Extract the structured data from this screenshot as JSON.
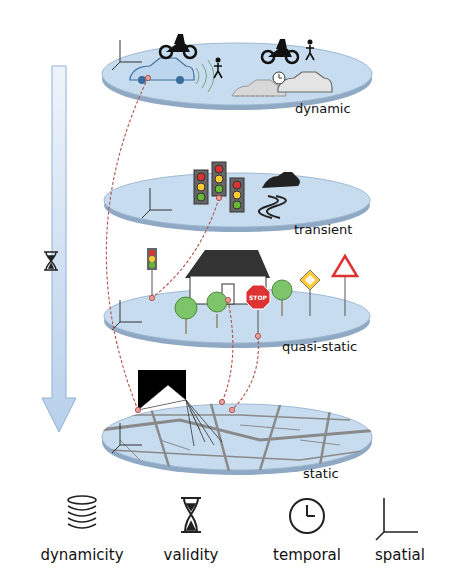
{
  "diagram": {
    "nodes": [
      {
        "text": [
          "dynamic"
        ]
      },
      {
        "text": [
          "transient"
        ]
      },
      {
        "text": [
          "quasi-static"
        ]
      },
      {
        "text": [
          "static"
        ]
      }
    ],
    "edges": [
      {
        "from": 0,
        "to": 3,
        "arrow": "none"
      },
      {
        "from": 1,
        "to": 2,
        "arrow": "none"
      },
      {
        "from": 2,
        "to": 3,
        "arrow": "none"
      },
      {
        "from": 2,
        "to": 3,
        "arrow": "none"
      }
    ],
    "labels": [
      "STOP"
    ],
    "legend": [
      {
        "text": "dynamicity"
      },
      {
        "text": "validity"
      },
      {
        "text": "temporal"
      },
      {
        "text": "spatial"
      }
    ]
  }
}
